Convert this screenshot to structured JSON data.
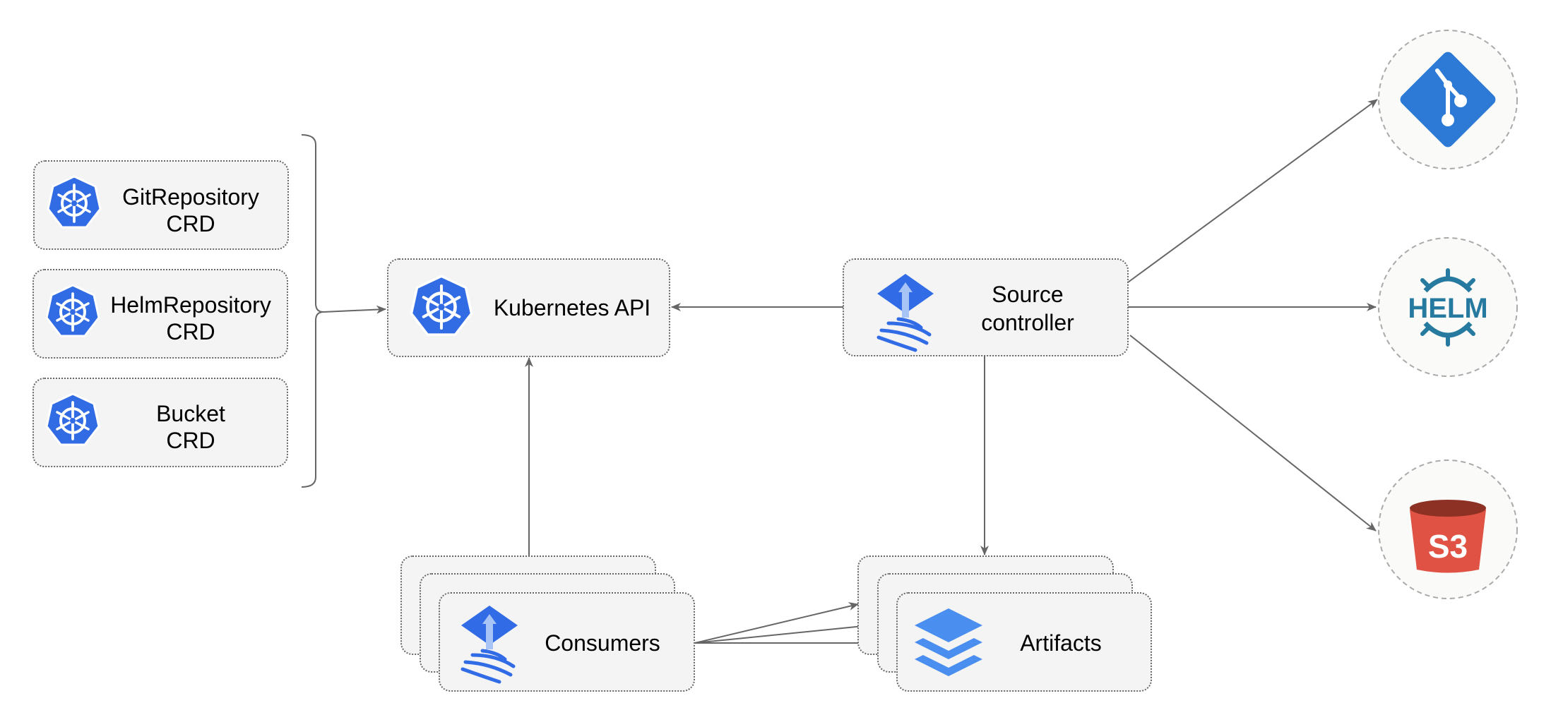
{
  "crds": [
    {
      "line1": "GitRepository",
      "line2": "CRD",
      "icon": "kubernetes-icon"
    },
    {
      "line1": "HelmRepository",
      "line2": "CRD",
      "icon": "kubernetes-icon"
    },
    {
      "line1": "Bucket",
      "line2": "CRD",
      "icon": "kubernetes-icon"
    }
  ],
  "kubernetes_api": {
    "label": "Kubernetes API",
    "icon": "kubernetes-icon"
  },
  "source_controller": {
    "line1": "Source",
    "line2": "controller",
    "icon": "flux-icon"
  },
  "consumers": {
    "label": "Consumers",
    "icon": "flux-icon"
  },
  "artifacts": {
    "label": "Artifacts",
    "icon": "layers-icon"
  },
  "sources": [
    {
      "name": "git",
      "icon": "git-icon"
    },
    {
      "name": "helm",
      "icon": "helm-icon",
      "logo_text": "HELM"
    },
    {
      "name": "s3",
      "icon": "s3-bucket-icon",
      "logo_text": "S3"
    }
  ],
  "colors": {
    "kubernetes": "#326ce5",
    "flux": "#316ce6",
    "git": "#2d7ad6",
    "helm": "#277a9f",
    "s3_red": "#e05243",
    "s3_dark": "#8c3123",
    "layers": "#4a8ef0"
  }
}
